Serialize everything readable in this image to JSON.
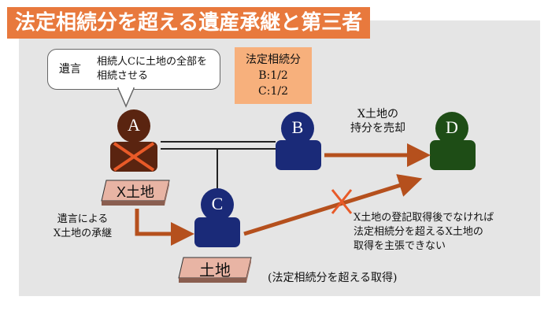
{
  "title": "法定相続分を超える遺産承継と第三者",
  "will": {
    "head": "遺言",
    "body": "相続人Cに土地の全部を相続させる"
  },
  "legal_share": {
    "label": "法定相続分",
    "b": "B:1/2",
    "c": "C:1/2"
  },
  "persons": {
    "a": "A",
    "b": "B",
    "c": "C",
    "d": "D"
  },
  "sale": {
    "line1": "X土地の",
    "line2": "持分を売却"
  },
  "land_a": "X土地",
  "land_c": "土地",
  "inherit": {
    "line1": "遺言による",
    "line2": "X土地の承継"
  },
  "note": {
    "line1": "X土地の登記取得後でなければ",
    "line2": "法定相続分を超えるX土地の",
    "line3": "取得を主張できない"
  },
  "caption": "(法定相続分を超える取得)",
  "colors": {
    "accent": "#e8793d",
    "arrow": "#b5501d",
    "cross": "#e85a28",
    "navy": "#1a2a78",
    "green": "#1e4d16",
    "brown": "#5a2410",
    "land": "#e8b4a4"
  }
}
